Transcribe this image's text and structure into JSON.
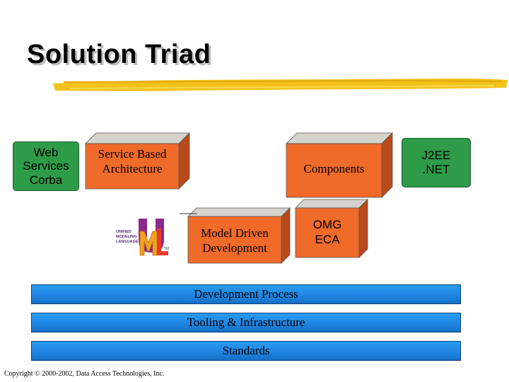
{
  "title": "Solution Triad",
  "green_boxes": {
    "web_services": "Web\nServices\nCorba",
    "j2ee": "J2EE\n.NET"
  },
  "orange_boxes": {
    "sba": "Service Based\nArchitecture",
    "components": "Components",
    "mdd": "Model Driven\nDevelopment",
    "omg": "OMG\nECA"
  },
  "bars": {
    "process": "Development Process",
    "tooling": "Tooling & Infrastructure",
    "standards": "Standards"
  },
  "uml_logo": {
    "icon": "uml-logo",
    "text": "UNIFIED MODELING LANGUAGE",
    "tm": "TM"
  },
  "copyright": "Copyright © 2000-2002, Data Access Technologies, Inc.",
  "colors": {
    "orange_face": "#f06a2a",
    "orange_side": "#b84a1a",
    "orange_top": "#d6d2cc",
    "green": "#2e9b48",
    "blue_bar": "#1f86e2"
  }
}
